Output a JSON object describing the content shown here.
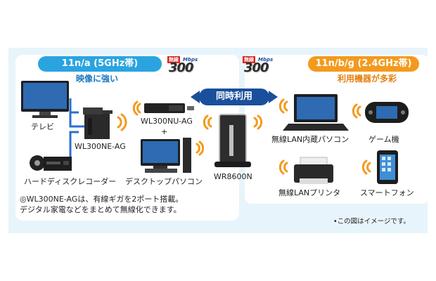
{
  "left": {
    "band_label": "11n/a (5GHz帯)",
    "subtitle": "映像に強い",
    "badge": {
      "tag": "無線",
      "speed_unit": "Mbps",
      "speed": "300"
    },
    "devices": {
      "tv": "テレビ",
      "ap": "WL300NE-AG",
      "recorder": "ハードディスクレコーダー",
      "usb_adapter": "WL300NU-AG",
      "plus": "+",
      "desktop": "デスクトップパソコン"
    },
    "note_line1": "◎WL300NE-AGは、有線ギガを2ポート搭載。",
    "note_line2": "デジタル家電などをまとめて無線化できます。"
  },
  "center": {
    "simultaneous": "同時利用",
    "router": "WR8600N"
  },
  "right": {
    "band_label": "11n/b/g (2.4GHz帯)",
    "subtitle": "利用機器が多彩",
    "badge": {
      "tag": "無線",
      "speed_unit": "Mbps",
      "speed": "300"
    },
    "devices": {
      "laptop": "無線LAN内蔵パソコン",
      "game": "ゲーム機",
      "printer": "無線LANプリンタ",
      "smartphone": "スマートフォン"
    }
  },
  "footnote": "•この図はイメージです。",
  "colors": {
    "blue_band": "#2aa4e0",
    "orange_band": "#f39a1e",
    "center_pill": "#1a4f9c",
    "wifi_orange": "#f39a1e",
    "cable_blue": "#2a6fd0"
  }
}
